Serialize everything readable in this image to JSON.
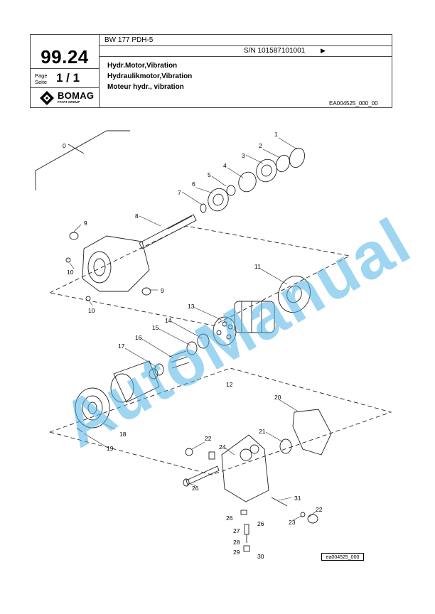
{
  "header": {
    "model": "BW 177 PDH-5",
    "serial": "S/N 101587101001",
    "serial_arrow": "▶",
    "group_number": "99.24",
    "page_label_en": "Page",
    "page_label_de": "Seite",
    "page_number": "1 / 1",
    "brand": "BOMAG",
    "brand_sub": "FAYAT GROUP",
    "title_en": "Hydr.Motor,Vibration",
    "title_de": "Hydraulikmotor,Vibration",
    "title_fr": "Moteur hydr., vibration",
    "doc_code": "EA004525_000_00"
  },
  "drawing": {
    "part_labels": [
      "0",
      "1",
      "2",
      "3",
      "4",
      "5",
      "6",
      "7",
      "8",
      "9",
      "9",
      "10",
      "10",
      "11",
      "12",
      "13",
      "14",
      "15",
      "16",
      "17",
      "18",
      "19",
      "20",
      "21",
      "22",
      "22",
      "23",
      "24",
      "26",
      "26",
      "26",
      "27",
      "28",
      "29",
      "30",
      "31"
    ],
    "reference": "ea004525_000"
  },
  "watermark": "AutoManual"
}
